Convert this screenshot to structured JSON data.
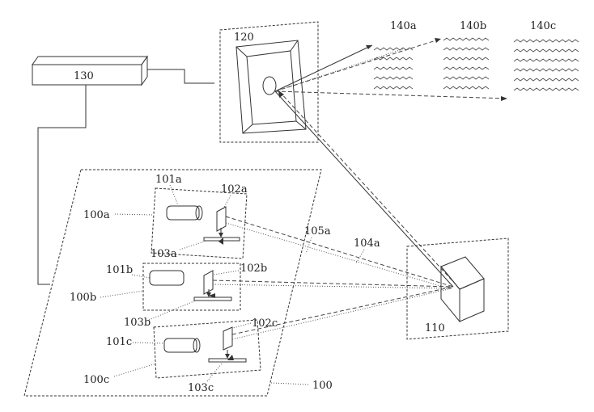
{
  "figure": {
    "labels": {
      "controller": "130",
      "scanner": "120",
      "reflector": "110",
      "group": "100",
      "module_a": "100a",
      "module_b": "100b",
      "module_c": "100c",
      "emitter_a": "101a",
      "emitter_b": "101b",
      "emitter_c": "101c",
      "splitter_a": "102a",
      "splitter_b": "102b",
      "splitter_c": "102c",
      "detector_a": "103a",
      "detector_b": "103b",
      "detector_c": "103c",
      "beam_out": "104a",
      "beam_return": "105a",
      "field_a": "140a",
      "field_b": "140b",
      "field_c": "140c"
    }
  }
}
